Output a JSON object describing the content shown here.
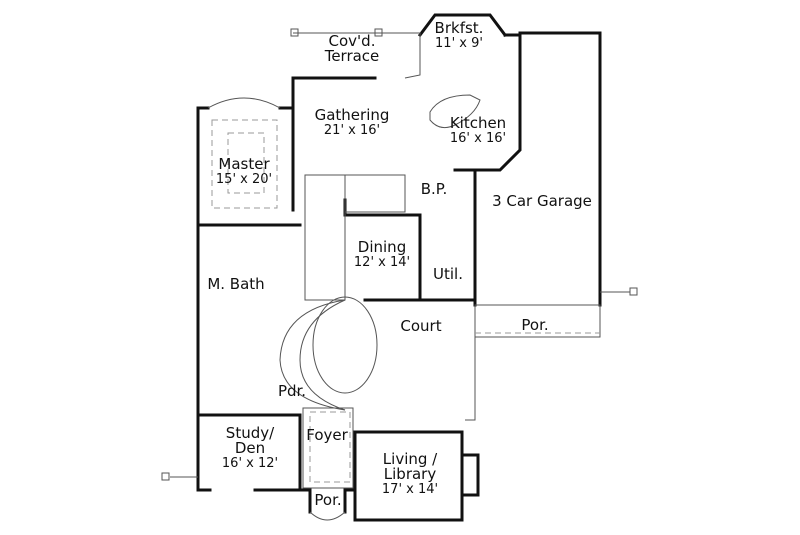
{
  "plan": {
    "type": "floor-plan",
    "colors": {
      "wall": "#111111",
      "thin": "#555555",
      "dashed": "#999999",
      "background": "#ffffff"
    },
    "rooms": [
      {
        "id": "terrace",
        "name": "Cov'd.",
        "name2": "Terrace",
        "dim": ""
      },
      {
        "id": "breakfast",
        "name": "Brkfst.",
        "dim": "11' x 9'"
      },
      {
        "id": "gathering",
        "name": "Gathering",
        "dim": "21' x 16'"
      },
      {
        "id": "kitchen",
        "name": "Kitchen",
        "dim": "16' x 16'"
      },
      {
        "id": "master",
        "name": "Master",
        "dim": "15' x 20'"
      },
      {
        "id": "bp",
        "name": "B.P.",
        "dim": ""
      },
      {
        "id": "garage",
        "name": "3 Car Garage",
        "dim": ""
      },
      {
        "id": "dining",
        "name": "Dining",
        "dim": "12' x 14'"
      },
      {
        "id": "util",
        "name": "Util.",
        "dim": ""
      },
      {
        "id": "mbath",
        "name": "M. Bath",
        "dim": ""
      },
      {
        "id": "court",
        "name": "Court",
        "dim": ""
      },
      {
        "id": "porch-garage",
        "name": "Por.",
        "dim": ""
      },
      {
        "id": "powder",
        "name": "Pdr.",
        "dim": ""
      },
      {
        "id": "study",
        "name": "Study/",
        "name2": "Den",
        "dim": "16' x 12'"
      },
      {
        "id": "foyer",
        "name": "Foyer",
        "dim": ""
      },
      {
        "id": "living",
        "name": "Living /",
        "name2": "Library",
        "dim": "17' x 14'"
      },
      {
        "id": "porch-front",
        "name": "Por.",
        "dim": ""
      }
    ]
  }
}
